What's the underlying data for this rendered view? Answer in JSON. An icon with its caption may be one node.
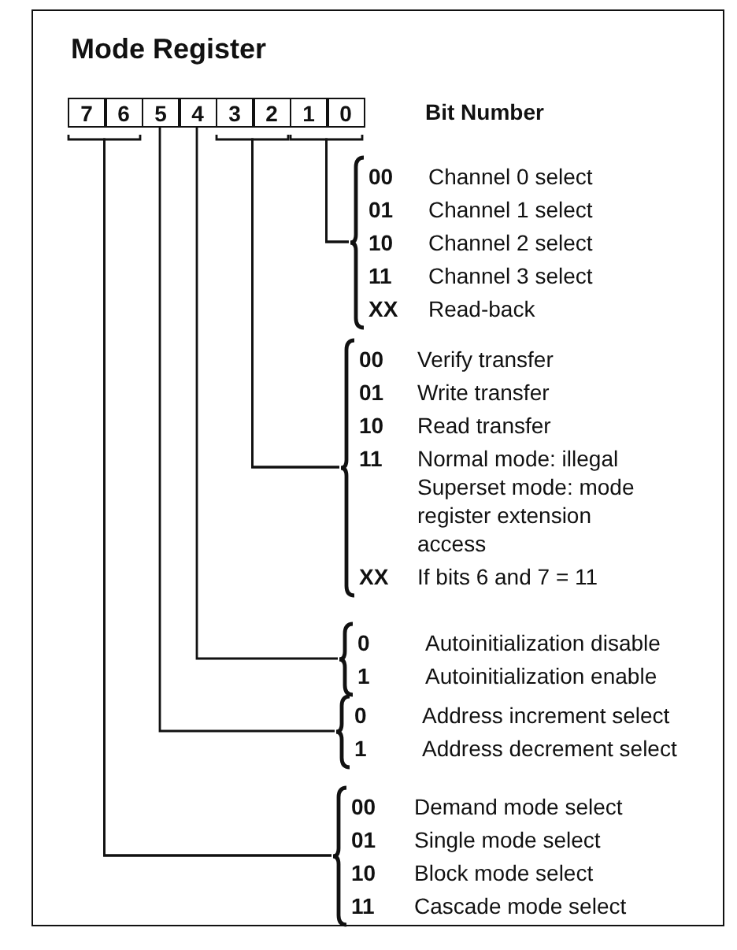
{
  "diagram": {
    "title": "Mode Register",
    "nodes": [
      {
        "text": [
          "7"
        ]
      },
      {
        "text": [
          "6"
        ]
      },
      {
        "text": [
          "5"
        ]
      },
      {
        "text": [
          "4"
        ]
      },
      {
        "text": [
          "3"
        ]
      },
      {
        "text": [
          "2"
        ]
      },
      {
        "text": [
          "1"
        ]
      },
      {
        "text": [
          "0"
        ]
      },
      {
        "text": [
          "00",
          "Channel 0 select",
          "01",
          "Channel 1 select",
          "10",
          "Channel 2 select",
          "11",
          "Channel 3 select",
          "XX",
          "Read-back"
        ]
      },
      {
        "text": [
          "00",
          "Verify transfer",
          "01",
          "Write transfer",
          "10",
          "Read transfer",
          "11",
          "Normal mode: illegal Superset mode: mode register extension access",
          "XX",
          "If bits 6 and 7 = 11"
        ]
      },
      {
        "text": [
          "0",
          "Autoinitialization disable",
          "1",
          "Autoinitialization enable"
        ]
      },
      {
        "text": [
          "0",
          "Address increment select",
          "1",
          "Address decrement select"
        ]
      },
      {
        "text": [
          "00",
          "Demand mode select",
          "01",
          "Single mode select",
          "10",
          "Block mode select",
          "11",
          "Cascade mode select"
        ]
      }
    ],
    "edges": [
      {
        "from": 6,
        "to": 8,
        "arrow": "none"
      },
      {
        "from": 7,
        "to": 8,
        "arrow": "none"
      },
      {
        "from": 4,
        "to": 9,
        "arrow": "none"
      },
      {
        "from": 5,
        "to": 9,
        "arrow": "none"
      },
      {
        "from": 3,
        "to": 10,
        "arrow": "none"
      },
      {
        "from": 2,
        "to": 11,
        "arrow": "none"
      },
      {
        "from": 0,
        "to": 12,
        "arrow": "none"
      },
      {
        "from": 1,
        "to": 12,
        "arrow": "none"
      }
    ],
    "labels": [
      "Bit Number"
    ]
  }
}
